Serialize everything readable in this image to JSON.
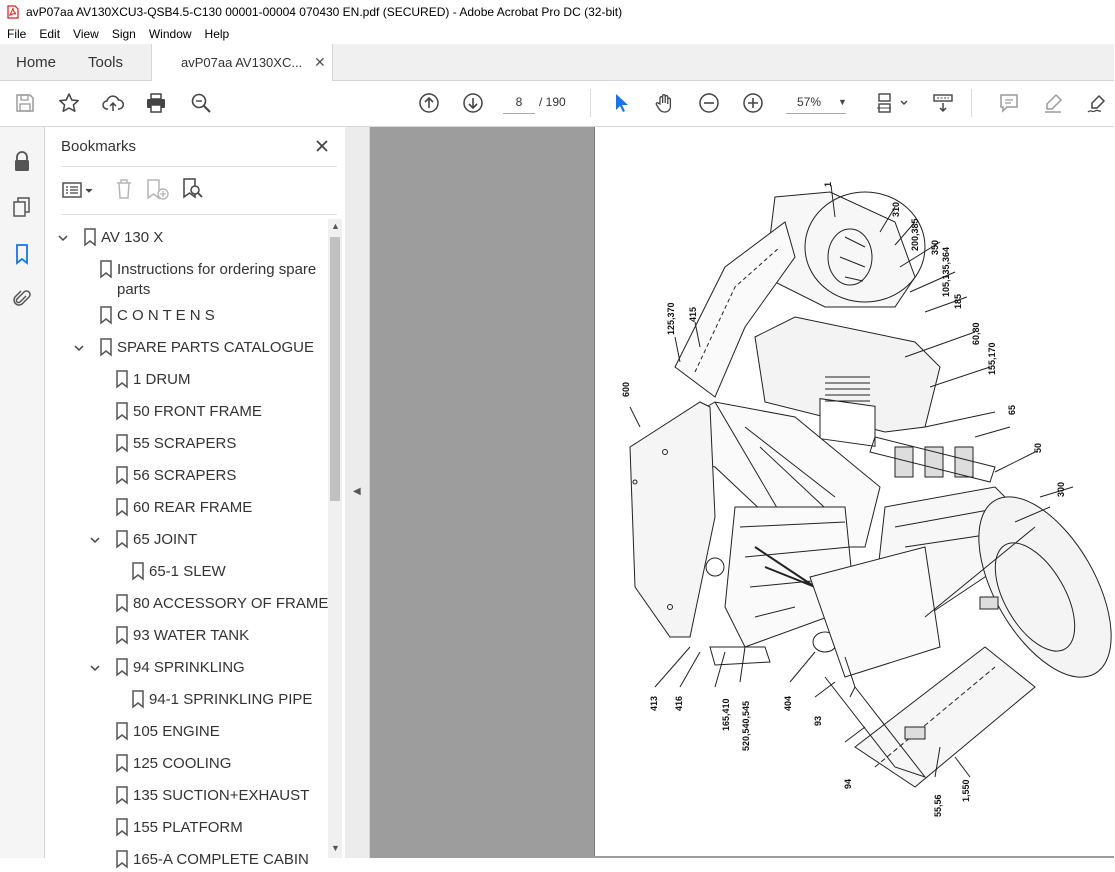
{
  "window": {
    "title": "avP07aa AV130XCU3-QSB4.5-C130 00001-00004 070430 EN.pdf (SECURED) - Adobe Acrobat Pro DC (32-bit)"
  },
  "menu": [
    "File",
    "Edit",
    "View",
    "Sign",
    "Window",
    "Help"
  ],
  "tabs": {
    "home": "Home",
    "tools": "Tools",
    "document": "avP07aa AV130XC..."
  },
  "toolbar": {
    "page_current": "8",
    "page_total": "/ 190",
    "zoom": "57%"
  },
  "bookmarks": {
    "title": "Bookmarks",
    "items": [
      {
        "label": "AV 130 X"
      },
      {
        "label": "Instructions for ordering spare"
      },
      {
        "label": "parts"
      },
      {
        "label": "C O N T E N S"
      },
      {
        "label": "SPARE PARTS CATALOGUE"
      },
      {
        "label": "1  DRUM"
      },
      {
        "label": "50  FRONT FRAME"
      },
      {
        "label": "55  SCRAPERS"
      },
      {
        "label": "56  SCRAPERS"
      },
      {
        "label": "60  REAR FRAME"
      },
      {
        "label": "65  JOINT"
      },
      {
        "label": "65-1  SLEW"
      },
      {
        "label": "80  ACCESSORY OF FRAME"
      },
      {
        "label": "93  WATER TANK"
      },
      {
        "label": "94  SPRINKLING"
      },
      {
        "label": "94-1  SPRINKLING PIPE"
      },
      {
        "label": "105  ENGINE"
      },
      {
        "label": "125  COOLING"
      },
      {
        "label": "135  SUCTION+EXHAUST"
      },
      {
        "label": "155  PLATFORM"
      },
      {
        "label": "165-A  COMPLETE CABIN"
      }
    ]
  },
  "drawing": {
    "callouts": [
      "1",
      "310",
      "200,385",
      "350",
      "105,135,364",
      "185",
      "60,80",
      "155,170",
      "65",
      "50",
      "300",
      "600",
      "125,370",
      "415",
      "413",
      "416",
      "165,410",
      "520,540,545",
      "404",
      "93",
      "94",
      "55,56",
      "1,550"
    ]
  },
  "colors": {
    "accent_blue": "#1a73e8",
    "acrobat_red": "#d4201c"
  }
}
